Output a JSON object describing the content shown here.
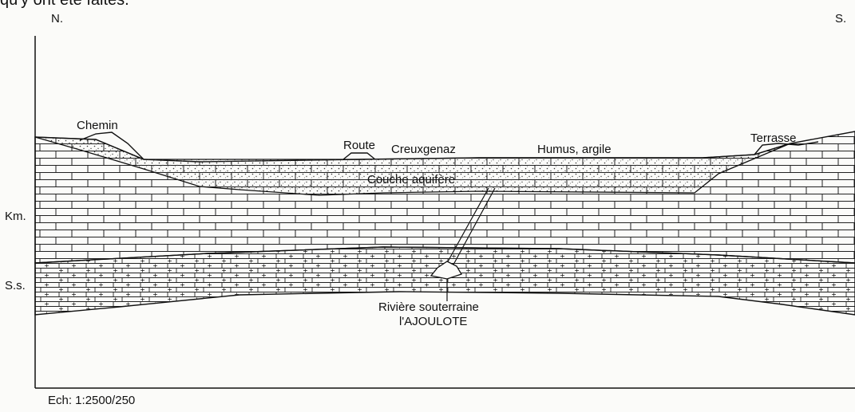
{
  "header": {
    "cropped_text": "qu'y ont été faites.",
    "north": "N.",
    "south": "S."
  },
  "layers": {
    "left_layer_top": "Km.",
    "left_layer_bottom": "S.s."
  },
  "features": {
    "chemin": "Chemin",
    "route": "Route",
    "creuxgenaz": "Creuxgenaz",
    "humus": "Humus, argile",
    "terrasse": "Terrasse",
    "aquifer": "Couche aquifère"
  },
  "river": {
    "line1": "Rivière souterraine",
    "line2": "l'AJOULOTE"
  },
  "scale": "Ech: 1:2500/250",
  "colors": {
    "ink": "#111111",
    "paper": "#fbfbf9"
  }
}
